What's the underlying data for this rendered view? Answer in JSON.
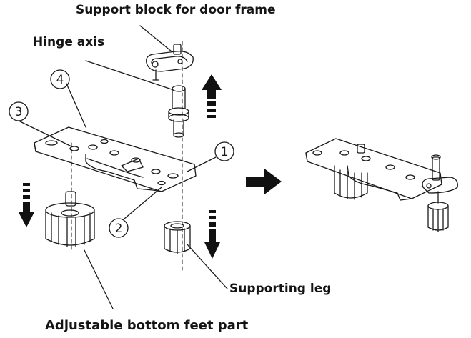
{
  "labels": {
    "support_block": "Support block for door frame",
    "hinge_axis": "Hinge axis",
    "supporting_leg": "Supporting leg",
    "adjustable_feet": "Adjustable bottom feet part"
  },
  "callouts": {
    "one": "1",
    "two": "2",
    "three": "3",
    "four": "4"
  },
  "colors": {
    "ink": "#1a1a1a",
    "arrow": "#111111"
  }
}
